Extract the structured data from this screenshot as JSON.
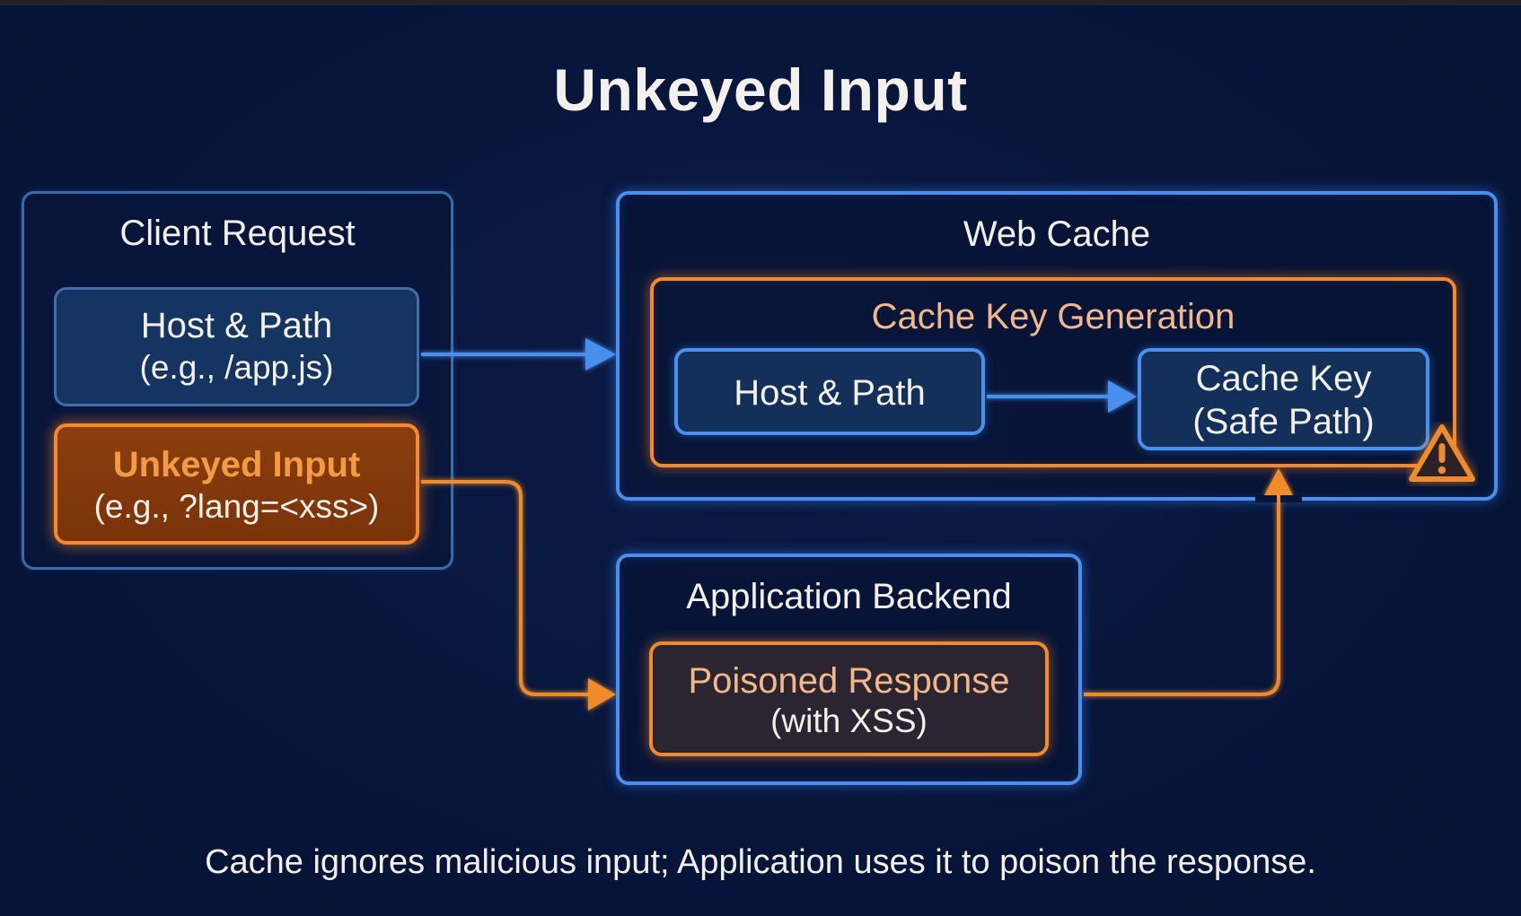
{
  "title": "Unkeyed Input",
  "footer": "Cache ignores malicious input; Application uses it to poison the response.",
  "colors": {
    "background": "#07143a",
    "blue": "#4a8ff0",
    "orange": "#f08a2c",
    "text": "#f3f0ea",
    "orange_text": "#f39a45",
    "peach_text": "#f2b889"
  },
  "client_request": {
    "heading": "Client Request",
    "host_path": {
      "line1": "Host & Path",
      "line2": "(e.g., /app.js)"
    },
    "unkeyed_input": {
      "line1": "Unkeyed Input",
      "line2": "(e.g., ?lang=<xss>)"
    }
  },
  "web_cache": {
    "heading": "Web Cache",
    "key_generation": {
      "heading": "Cache Key Generation",
      "host_path": {
        "line1": "Host & Path"
      },
      "cache_key": {
        "line1": "Cache Key",
        "line2": "(Safe Path)"
      }
    },
    "warning_icon": "warning-triangle-icon"
  },
  "backend": {
    "heading": "Application Backend",
    "poisoned_response": {
      "line1": "Poisoned Response",
      "line2": "(with XSS)"
    }
  },
  "connectors": [
    {
      "from": "client-host-path",
      "to": "web-cache",
      "color": "blue"
    },
    {
      "from": "key-host-path",
      "to": "cache-key",
      "color": "blue"
    },
    {
      "from": "unkeyed-input",
      "to": "application-backend",
      "color": "orange"
    },
    {
      "from": "poisoned-response",
      "to": "cache-key-generation",
      "color": "orange"
    }
  ]
}
